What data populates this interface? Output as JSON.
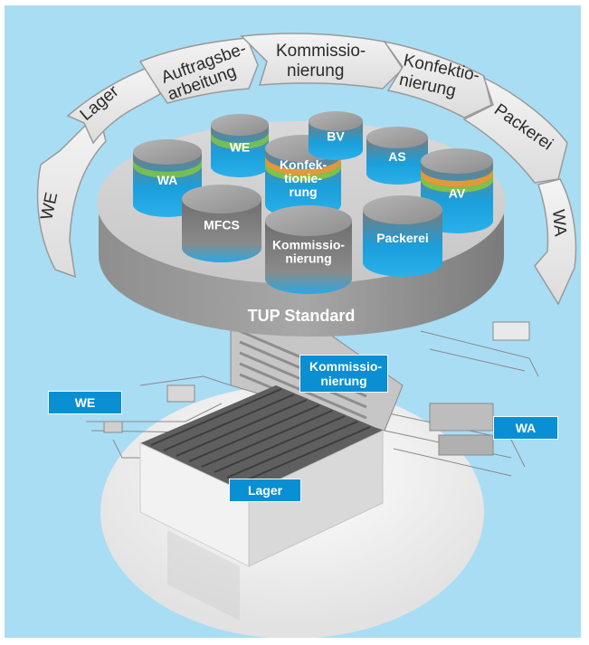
{
  "process_arc": {
    "steps": [
      "WE",
      "Lager",
      "Auftragsbe-\narbeitung",
      "Kommissio-\nnierung",
      "Konfektio-\nnierung",
      "Packerei",
      "WA"
    ]
  },
  "platform": {
    "title": "TUP Standard",
    "modules": [
      "WA",
      "WE",
      "Konfek-\ntionie-\nrung",
      "BV",
      "AS",
      "AV",
      "MFCS",
      "Kommissio-\nnierung",
      "Packerei"
    ]
  },
  "warehouse_labels": {
    "we": "WE",
    "kommissionierung": "Kommissio-\nnierung",
    "wa": "WA",
    "lager": "Lager"
  },
  "colors": {
    "background": "#a9ddf4",
    "label_blue": "#0a8fd2",
    "module_gray": "#8c8c8c",
    "module_blue": "#1aa3df",
    "orange_band": "#f29a2e",
    "green_band": "#7dc24a"
  }
}
